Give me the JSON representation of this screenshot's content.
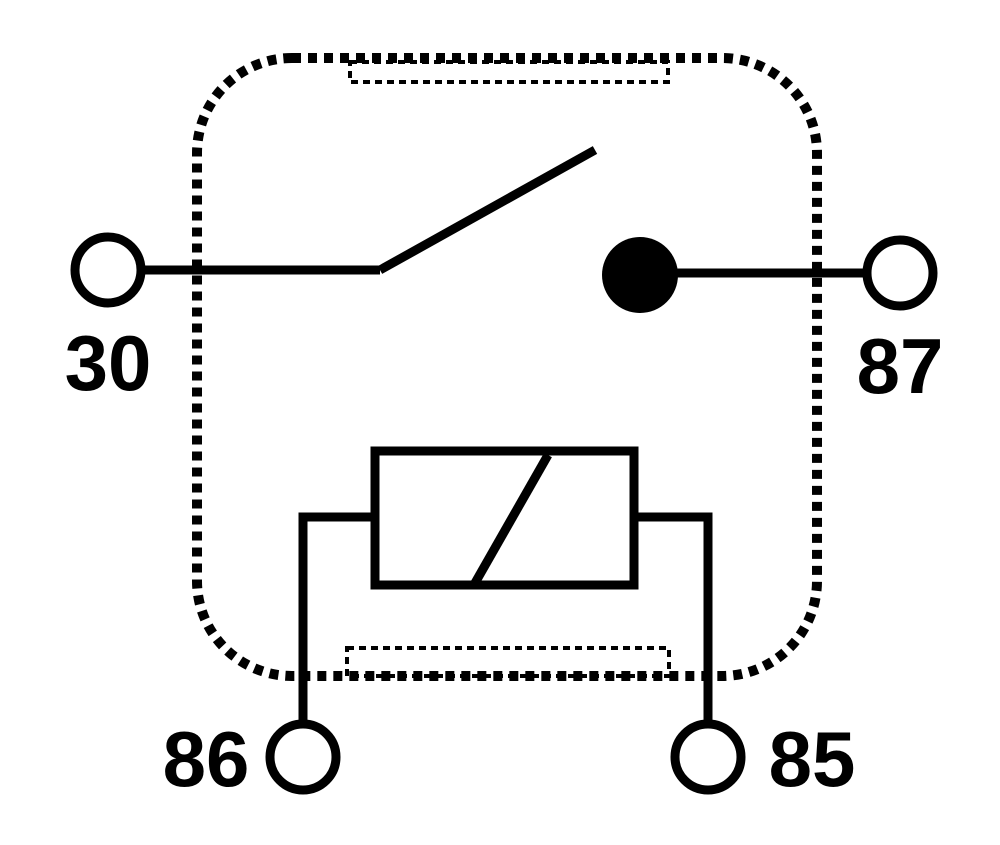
{
  "diagram": {
    "colors": {
      "ink": "#000000",
      "background": "#ffffff"
    },
    "pins": [
      {
        "label": "30"
      },
      {
        "label": "87"
      },
      {
        "label": "86"
      },
      {
        "label": "85"
      }
    ]
  }
}
